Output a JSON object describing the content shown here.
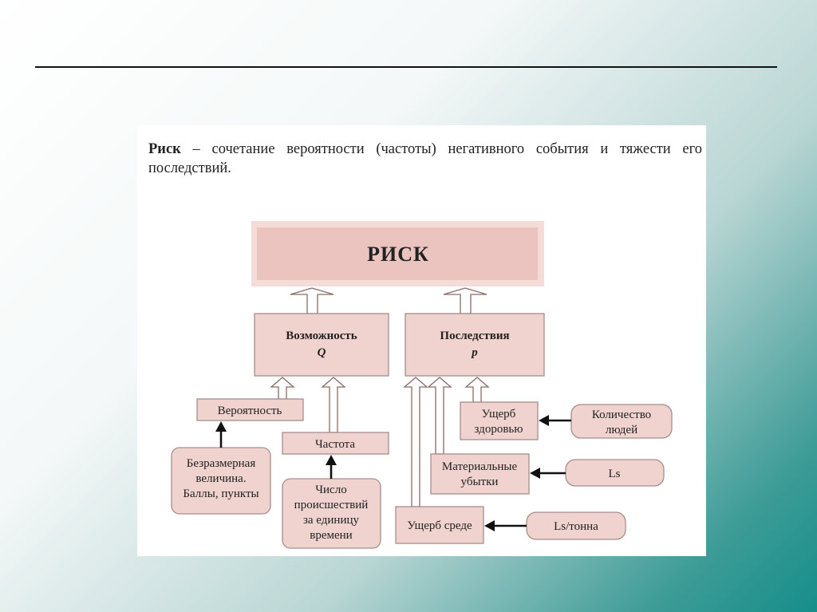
{
  "definition": {
    "term": "Риск",
    "text": " – сочетание вероятности (частоты) негативного события и тяжести его последствий."
  },
  "diagram": {
    "risk": "РИСК",
    "possibility": {
      "label": "Возможность",
      "symbol": "Q"
    },
    "consequences": {
      "label": "Последствия",
      "symbol": "p"
    },
    "probability": "Вероятность",
    "frequency": "Частота",
    "dimensionless": [
      "Безразмерная",
      "величина.",
      "Баллы, пункты"
    ],
    "incidents": [
      "Число",
      "происшествий",
      "за единицу",
      "времени"
    ],
    "health_damage": [
      "Ущерб",
      "здоровью"
    ],
    "material_losses": [
      "Материальные",
      "убытки"
    ],
    "env_damage": "Ущерб среде",
    "people_count": [
      "Количество",
      "людей"
    ],
    "ls": "Ls",
    "ls_ton": "Ls/тонна"
  }
}
